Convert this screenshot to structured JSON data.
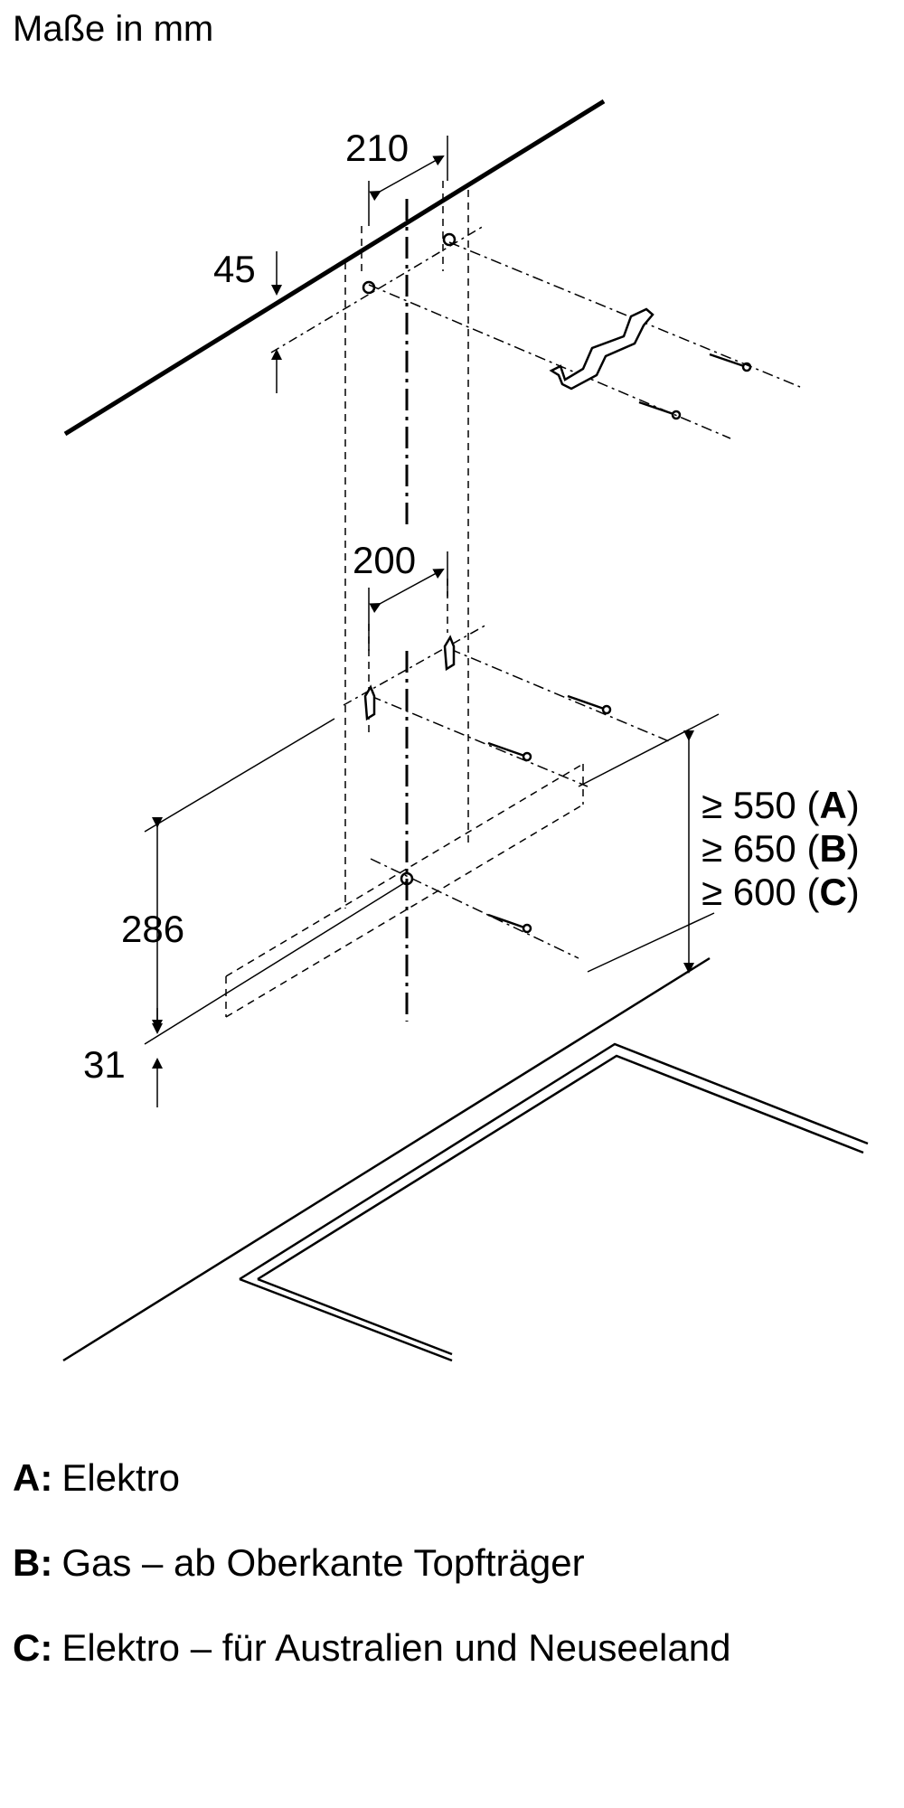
{
  "title": "Maße in mm",
  "dimensions": {
    "top_spacing": "210",
    "top_offset": "45",
    "mid_spacing": "200",
    "hood_height": "286",
    "bottom_offset": "31"
  },
  "height_rules": [
    {
      "prefix": "≥ 550 (",
      "key": "A",
      "suffix": ")"
    },
    {
      "prefix": "≥ 650 (",
      "key": "B",
      "suffix": ")"
    },
    {
      "prefix": "≥ 600 (",
      "key": "C",
      "suffix": ")"
    }
  ],
  "legend": [
    {
      "key": "A:",
      "text": "Elektro"
    },
    {
      "key": "B:",
      "text": "Gas – ab Oberkante Topfträger"
    },
    {
      "key": "C:",
      "text": "Elektro – für Australien und Neuseeland"
    }
  ]
}
